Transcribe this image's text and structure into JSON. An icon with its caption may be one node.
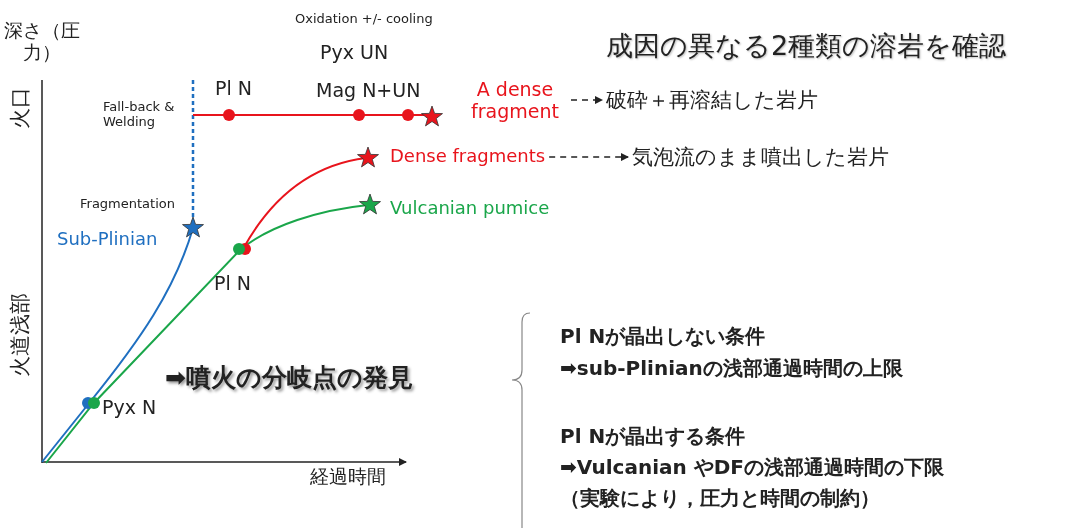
{
  "diagram": {
    "title": "成因の異なる2種類の溶岩を確認",
    "nodes": [
      {
        "text": [
          "A dense fragment"
        ]
      },
      {
        "text": [
          "破砕＋再溶結した岩片"
        ]
      },
      {
        "text": [
          "Dense fragments"
        ]
      },
      {
        "text": [
          "気泡流のまま噴出した岩片"
        ]
      }
    ],
    "edges": [
      {
        "from": 0,
        "to": 1,
        "arrow": "to",
        "style": "dashed"
      },
      {
        "from": 2,
        "to": 3,
        "arrow": "to",
        "style": "dashed"
      }
    ],
    "labels": [
      "Oxidation +/- cooling",
      "深さ（圧力）",
      "Pyx UN",
      "火口",
      "Pl N",
      "Mag N+UN",
      "Fall-back & Welding",
      "Fragmentation",
      "Vulcanian pumice",
      "Sub-Plinian",
      "Pl N",
      "火道浅部",
      "➡噴火の分岐点の発見",
      "Pyx N",
      "経過時間",
      "Pl Nが晶出しない条件",
      "➡sub-Plinianの浅部通過時間の上限",
      "Pl Nが晶出する条件",
      "➡Vulcanian やDFの浅部通過時間の下限",
      "（実験により，圧力と時間の制約）"
    ]
  }
}
